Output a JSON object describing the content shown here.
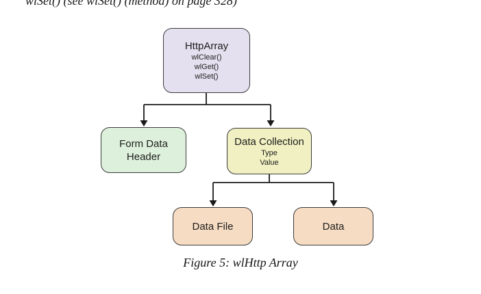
{
  "document": {
    "top_text": "wlSet() (see wlSet() (method) on page 328)",
    "figure_caption": "Figure 5: wlHttp Array"
  },
  "diagram": {
    "connector_color": "#1a1a1a",
    "nodes": {
      "http_array": {
        "title": "HttpArray",
        "methods": [
          "wlClear()",
          "wlGet()",
          "wlSet()"
        ],
        "fill": "#e5e0ef",
        "border": "#3a3a3a"
      },
      "form_data_header": {
        "title_line_1": "Form Data",
        "title_line_2": "Header",
        "fill": "#ddf0db",
        "border": "#3a3a3a"
      },
      "data_collection": {
        "title": "Data Collection",
        "fields": [
          "Type",
          "Value"
        ],
        "fill": "#f0f0c2",
        "border": "#3a3a3a"
      },
      "data_file": {
        "title": "Data File",
        "fill": "#f6dcc3",
        "border": "#3a3a3a"
      },
      "data": {
        "title": "Data",
        "fill": "#f6dcc3",
        "border": "#3a3a3a"
      }
    }
  }
}
